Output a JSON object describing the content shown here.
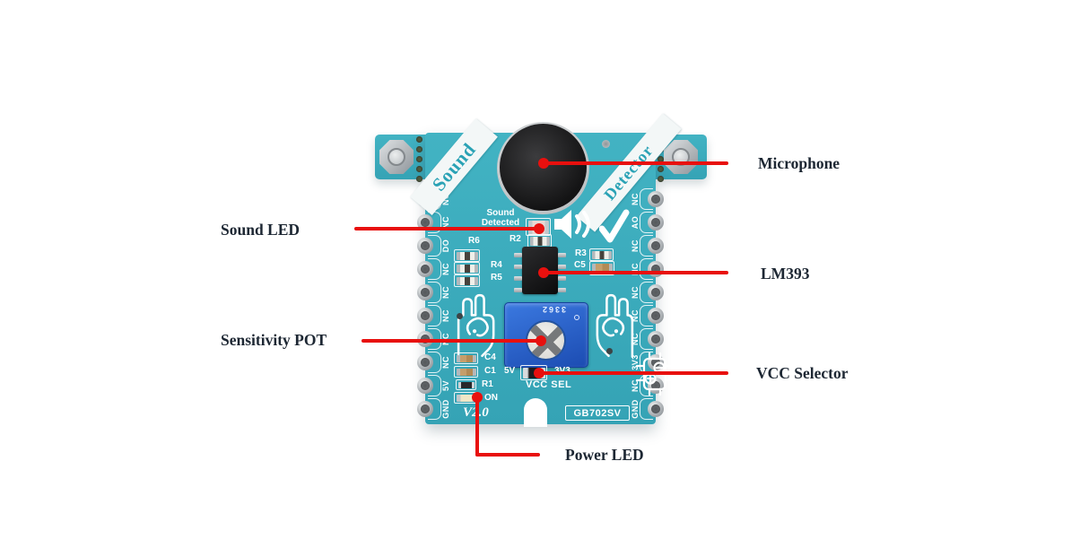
{
  "figure": {
    "background": "#ffffff",
    "callout_color": "#e8100e",
    "label_color": "#1d2733"
  },
  "annotations": [
    {
      "id": "microphone",
      "label": "Microphone"
    },
    {
      "id": "sound-led",
      "label": "Sound LED"
    },
    {
      "id": "lm393",
      "label": "LM393"
    },
    {
      "id": "sensitivity-pot",
      "label": "Sensitivity POT"
    },
    {
      "id": "vcc-selector",
      "label": "VCC Selector"
    },
    {
      "id": "power-led",
      "label": "Power LED"
    }
  ],
  "board": {
    "color": "#3badbe",
    "name_left": "Sound",
    "name_right": "Detector",
    "version": "V2.0",
    "model": "GB702SV",
    "silkscreen": {
      "status_line1": "Sound",
      "status_line2": "Detected",
      "vcc_sel": "VCC SEL",
      "power_on": "ON",
      "v5": "5V",
      "v3": "3V3",
      "pot_marking": "3362",
      "refs": {
        "r6": "R6",
        "r2": "R2",
        "r4": "R4",
        "r5": "R5",
        "r3": "R3",
        "c5": "C5",
        "c4": "C4",
        "c1": "C1",
        "r1": "R1"
      }
    },
    "pins_left": [
      "NC",
      "NC",
      "DO",
      "NC",
      "NC",
      "NC",
      "NC",
      "NC",
      "5V",
      "GND"
    ],
    "pins_right": [
      "NC",
      "AO",
      "NC",
      "NC",
      "NC",
      "NC",
      "NC",
      "3V3",
      "NC",
      "GND"
    ],
    "icons": {
      "speaker": "speaker-sound-waves",
      "check": "checkmark",
      "hand_ear": "hand-with-ear",
      "bug": "pcb-bug"
    }
  }
}
